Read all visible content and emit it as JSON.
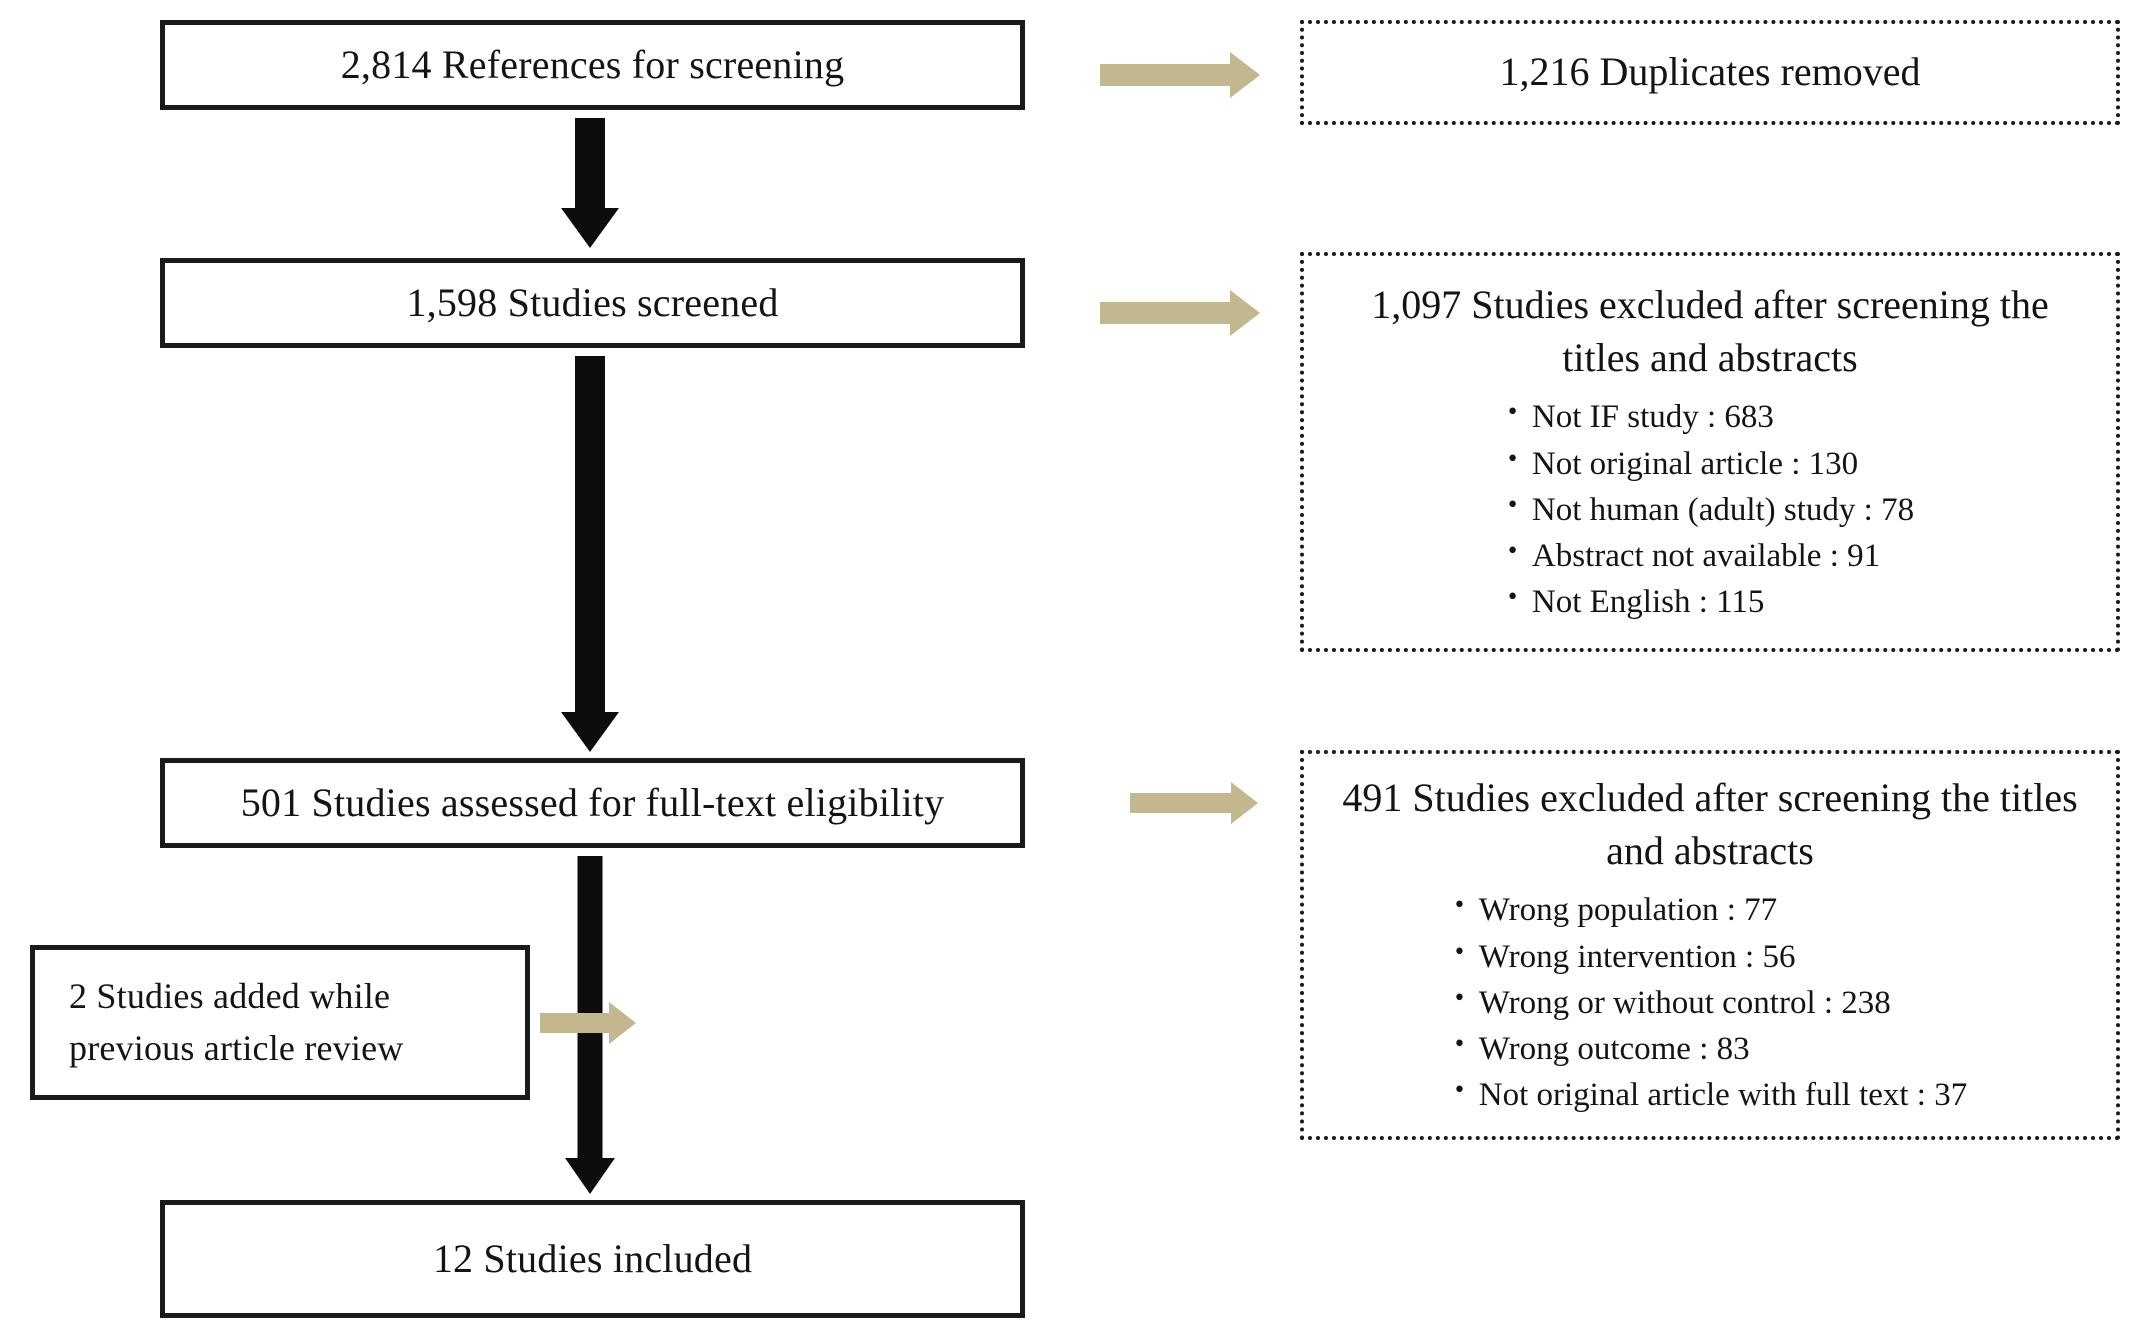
{
  "diagram": {
    "type": "prisma-flow-diagram",
    "accent_color_arrow_tan": "#c3b78f",
    "arrow_color_black": "#0d0d0d",
    "flow_boxes": [
      {
        "id": "references",
        "text": "2,814 References for screening"
      },
      {
        "id": "screened",
        "text": "1,598 Studies screened"
      },
      {
        "id": "assessed",
        "text": "501 Studies assessed for full-text eligibility"
      },
      {
        "id": "added",
        "text": "2 Studies added while previous article review"
      },
      {
        "id": "included",
        "text": "12 Studies included"
      }
    ],
    "exclusion_boxes": [
      {
        "id": "duplicates",
        "heading": "1,216 Duplicates removed",
        "reasons": []
      },
      {
        "id": "excluded-screening",
        "heading": "1,097 Studies excluded after screening the titles and abstracts",
        "reasons": [
          "Not IF study : 683",
          "Not original article : 130",
          "Not human (adult) study : 78",
          "Abstract not available : 91",
          "Not English : 115"
        ]
      },
      {
        "id": "excluded-fulltext",
        "heading": "491 Studies excluded after screening the titles and abstracts",
        "reasons": [
          "Wrong population : 77",
          "Wrong intervention : 56",
          "Wrong or without control : 238",
          "Wrong outcome : 83",
          "Not original article with full text : 37"
        ]
      }
    ]
  }
}
